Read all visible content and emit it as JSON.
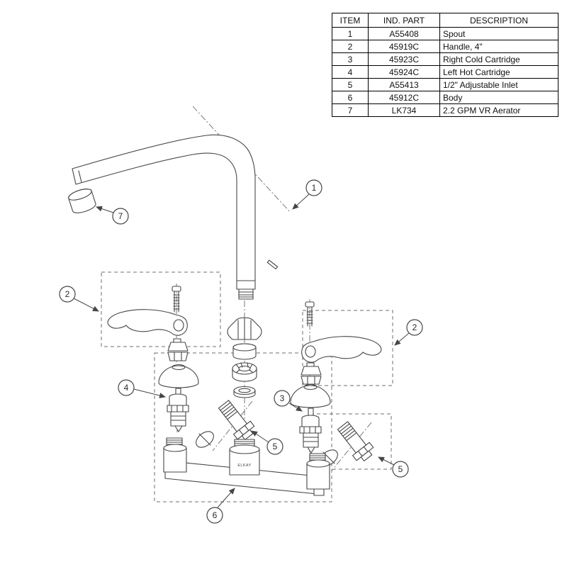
{
  "table": {
    "headers": [
      "ITEM",
      "IND. PART",
      "DESCRIPTION"
    ],
    "rows": [
      {
        "item": "1",
        "part": "A55408",
        "description": "Spout"
      },
      {
        "item": "2",
        "part": "45919C",
        "description": "Handle, 4\""
      },
      {
        "item": "3",
        "part": "45923C",
        "description": "Right Cold Cartridge"
      },
      {
        "item": "4",
        "part": "45924C",
        "description": "Left Hot Cartridge"
      },
      {
        "item": "5",
        "part": "A55413",
        "description": "1/2\" Adjustable Inlet"
      },
      {
        "item": "6",
        "part": "45912C",
        "description": "Body"
      },
      {
        "item": "7",
        "part": "LK734",
        "description": "2.2 GPM VR Aerator"
      }
    ]
  },
  "diagram": {
    "callouts": [
      "1",
      "7",
      "2",
      "2",
      "4",
      "3",
      "5",
      "5",
      "6"
    ],
    "body_brand": "ELKAY"
  },
  "colors": {
    "line": "#464646",
    "table_border": "#000000",
    "background": "#ffffff"
  }
}
